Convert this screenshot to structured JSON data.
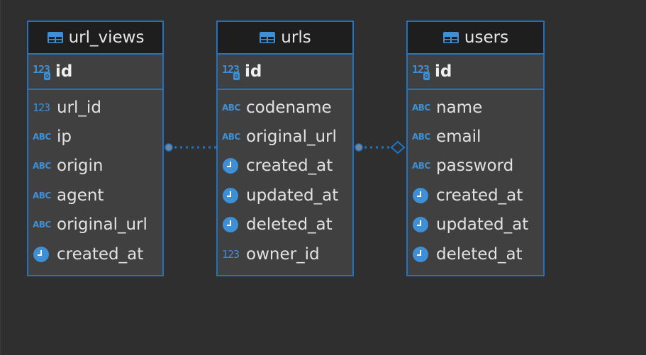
{
  "tables": {
    "url_views": {
      "name": "url_views",
      "pk": {
        "name": "id",
        "type": "123"
      },
      "columns": [
        {
          "name": "url_id",
          "type": "123"
        },
        {
          "name": "ip",
          "type": "ABC"
        },
        {
          "name": "origin",
          "type": "ABC"
        },
        {
          "name": "agent",
          "type": "ABC"
        },
        {
          "name": "original_url",
          "type": "ABC"
        },
        {
          "name": "created_at",
          "type": "clock"
        }
      ]
    },
    "urls": {
      "name": "urls",
      "pk": {
        "name": "id",
        "type": "123"
      },
      "columns": [
        {
          "name": "codename",
          "type": "ABC"
        },
        {
          "name": "original_url",
          "type": "ABC"
        },
        {
          "name": "created_at",
          "type": "clock"
        },
        {
          "name": "updated_at",
          "type": "clock"
        },
        {
          "name": "deleted_at",
          "type": "clock"
        },
        {
          "name": "owner_id",
          "type": "123"
        }
      ]
    },
    "users": {
      "name": "users",
      "pk": {
        "name": "id",
        "type": "123"
      },
      "columns": [
        {
          "name": "name",
          "type": "ABC"
        },
        {
          "name": "email",
          "type": "ABC"
        },
        {
          "name": "password",
          "type": "ABC"
        },
        {
          "name": "created_at",
          "type": "clock"
        },
        {
          "name": "updated_at",
          "type": "clock"
        },
        {
          "name": "deleted_at",
          "type": "clock"
        }
      ]
    }
  },
  "relations": [
    {
      "from": "url_views",
      "to": "urls",
      "end": "dot"
    },
    {
      "from": "urls",
      "to": "users",
      "end": "diamond"
    }
  ],
  "colors": {
    "accent": "#1f73c4",
    "icon": "#3d8fd6",
    "background": "#2f2f2f",
    "entity_body": "#404040",
    "entity_header": "#1e1e1e",
    "text": "#e2e2e2"
  },
  "icons": {
    "table": "table-icon",
    "number": "number-type-icon",
    "text": "text-type-icon",
    "timestamp": "clock-icon",
    "primary_key": "key-icon"
  }
}
